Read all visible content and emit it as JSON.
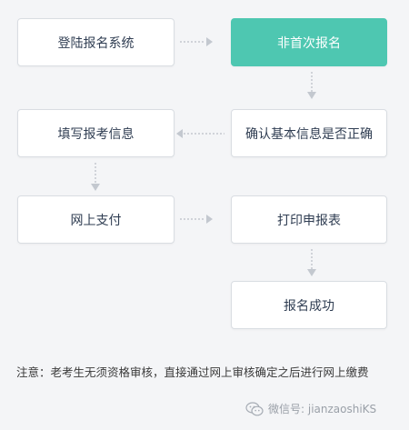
{
  "steps": {
    "login": "登陆报名系统",
    "non_first": "非首次报名",
    "fill_info": "填写报考信息",
    "confirm_info": "确认基本信息是否正确",
    "pay_online": "网上支付",
    "print_form": "打印申报表",
    "success": "报名成功"
  },
  "note": "注意：老考生无须资格审核，直接通过网上审核确定之后进行网上缴费",
  "watermark": {
    "text": "微信号: jianzaoshiKS",
    "icon": "wechat-icon"
  },
  "colors": {
    "highlight": "#4ec7b1",
    "connector": "#c3c8cf"
  }
}
